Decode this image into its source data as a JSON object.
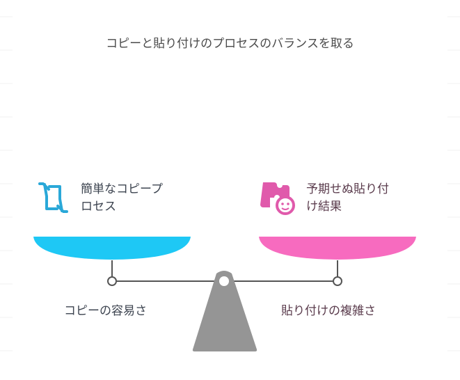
{
  "title": "コピーと貼り付けのプロセスのバランスを取る",
  "left": {
    "label_line1": "簡単なコピープ",
    "label_line2": "ロセス",
    "bottom_label": "コピーの容易さ",
    "icon": "swap-arrows-icon",
    "color": "#1ec8f5",
    "icon_color": "#2aa8d8"
  },
  "right": {
    "label_line1": "予期せぬ貼り付",
    "label_line2": "け結果",
    "bottom_label": "貼り付けの複雑さ",
    "icon": "puzzle-face-icon",
    "color": "#f76bbf",
    "icon_color": "#e05aab"
  },
  "fulcrum_color": "#959595"
}
